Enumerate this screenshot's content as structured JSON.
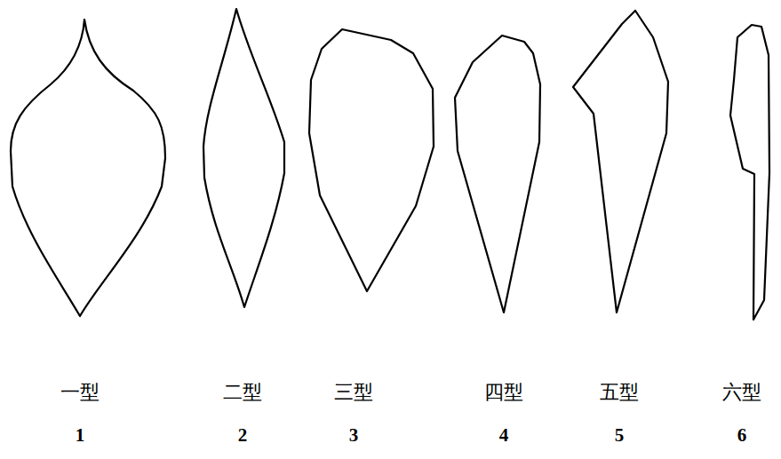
{
  "diagram": {
    "labels": [
      "一型",
      "二型",
      "三型",
      "四型",
      "五型",
      "六型",
      "1",
      "2",
      "3",
      "4",
      "5",
      "6"
    ]
  }
}
